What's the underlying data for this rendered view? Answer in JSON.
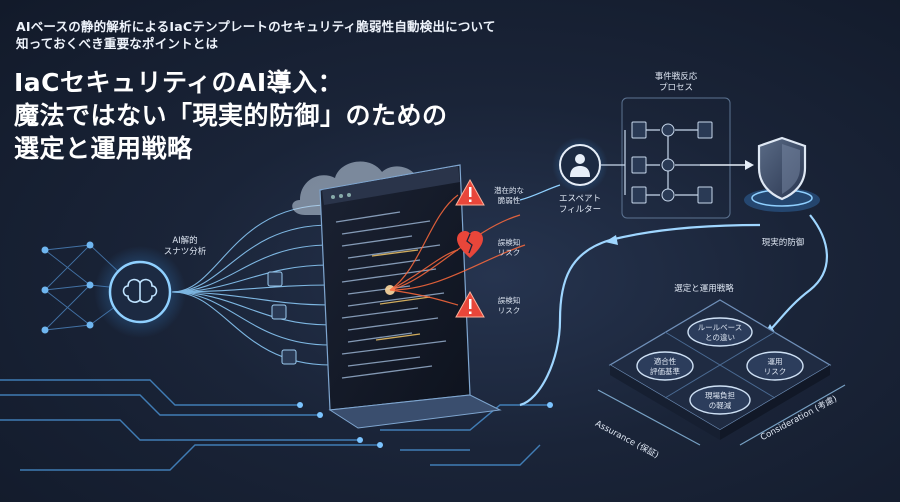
{
  "header": {
    "subtitle_line1": "AIベースの静的解析によるIaCテンプレートのセキュリティ脆弱性自動検出について",
    "subtitle_line2": "知っておくべき重要なポイントとは",
    "title_line1": "IaCセキュリティのAI導入：",
    "title_line2": "魔法ではない「現実的防御」のための",
    "title_line3": "選定と運用戦略"
  },
  "diagram": {
    "ai_analysis_label": "AI解的\nスナツ分析",
    "risk_labels": [
      "潜在的な\n脆弱性",
      "誤検知\nリスク",
      "誤検知\nリスク"
    ],
    "expert_filter_label": "エスペアト\nフィルター",
    "incident_process_label": "事件戦反応\nプロセス",
    "realistic_defense_label": "現実的防御",
    "strategy_label": "選定と運用戦略",
    "quadrants": [
      "ルールベース\nとの違い",
      "適合性\n評価基準",
      "運用\nリスク",
      "現場負担\nの軽減"
    ],
    "assurance_label": "Assurance (保証)",
    "consideration_label": "Consideration (考慮)"
  },
  "colors": {
    "accent_blue": "#5fb8ff",
    "warning_red": "#e8463a",
    "warning_orange": "#ff8a3c"
  }
}
